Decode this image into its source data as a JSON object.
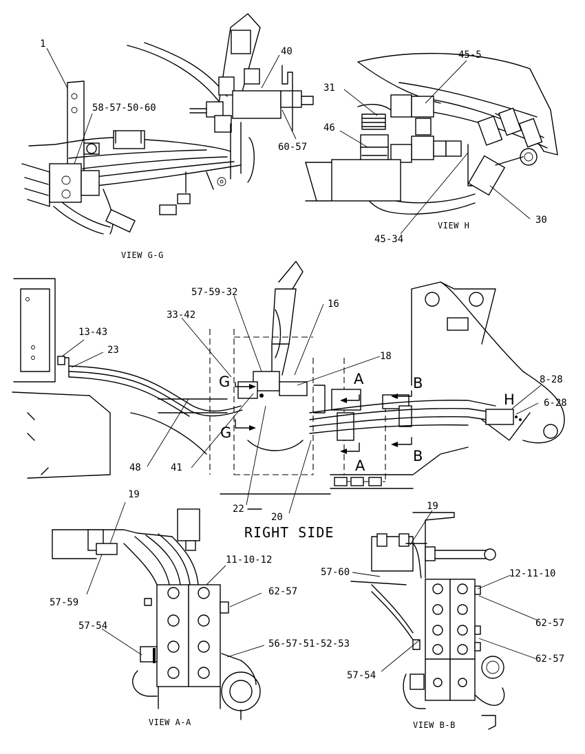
{
  "views": {
    "gg": {
      "caption": "VIEW G-G",
      "callouts": [
        "1",
        "58-57-50-60",
        "40",
        "60-57"
      ]
    },
    "h": {
      "caption": "VIEW H",
      "callouts": [
        "45-5",
        "31",
        "46",
        "30",
        "45-34"
      ]
    },
    "right_side": {
      "caption": "RIGHT SIDE",
      "callouts": [
        "57-59-32",
        "16",
        "33-42",
        "13-43",
        "23",
        "18",
        "8-28",
        "6-28",
        "48",
        "41",
        "22",
        "20"
      ],
      "section_letters": [
        "G",
        "G",
        "A",
        "A",
        "B",
        "B",
        "H"
      ]
    },
    "aa": {
      "caption": "VIEW A-A",
      "callouts": [
        "19",
        "11-10-12",
        "62-57",
        "57-59",
        "57-54",
        "56-57-51-52-53"
      ]
    },
    "bb": {
      "caption": "VIEW B-B",
      "callouts": [
        "19",
        "57-60",
        "12-11-10",
        "62-57",
        "62-57",
        "57-54"
      ]
    }
  }
}
